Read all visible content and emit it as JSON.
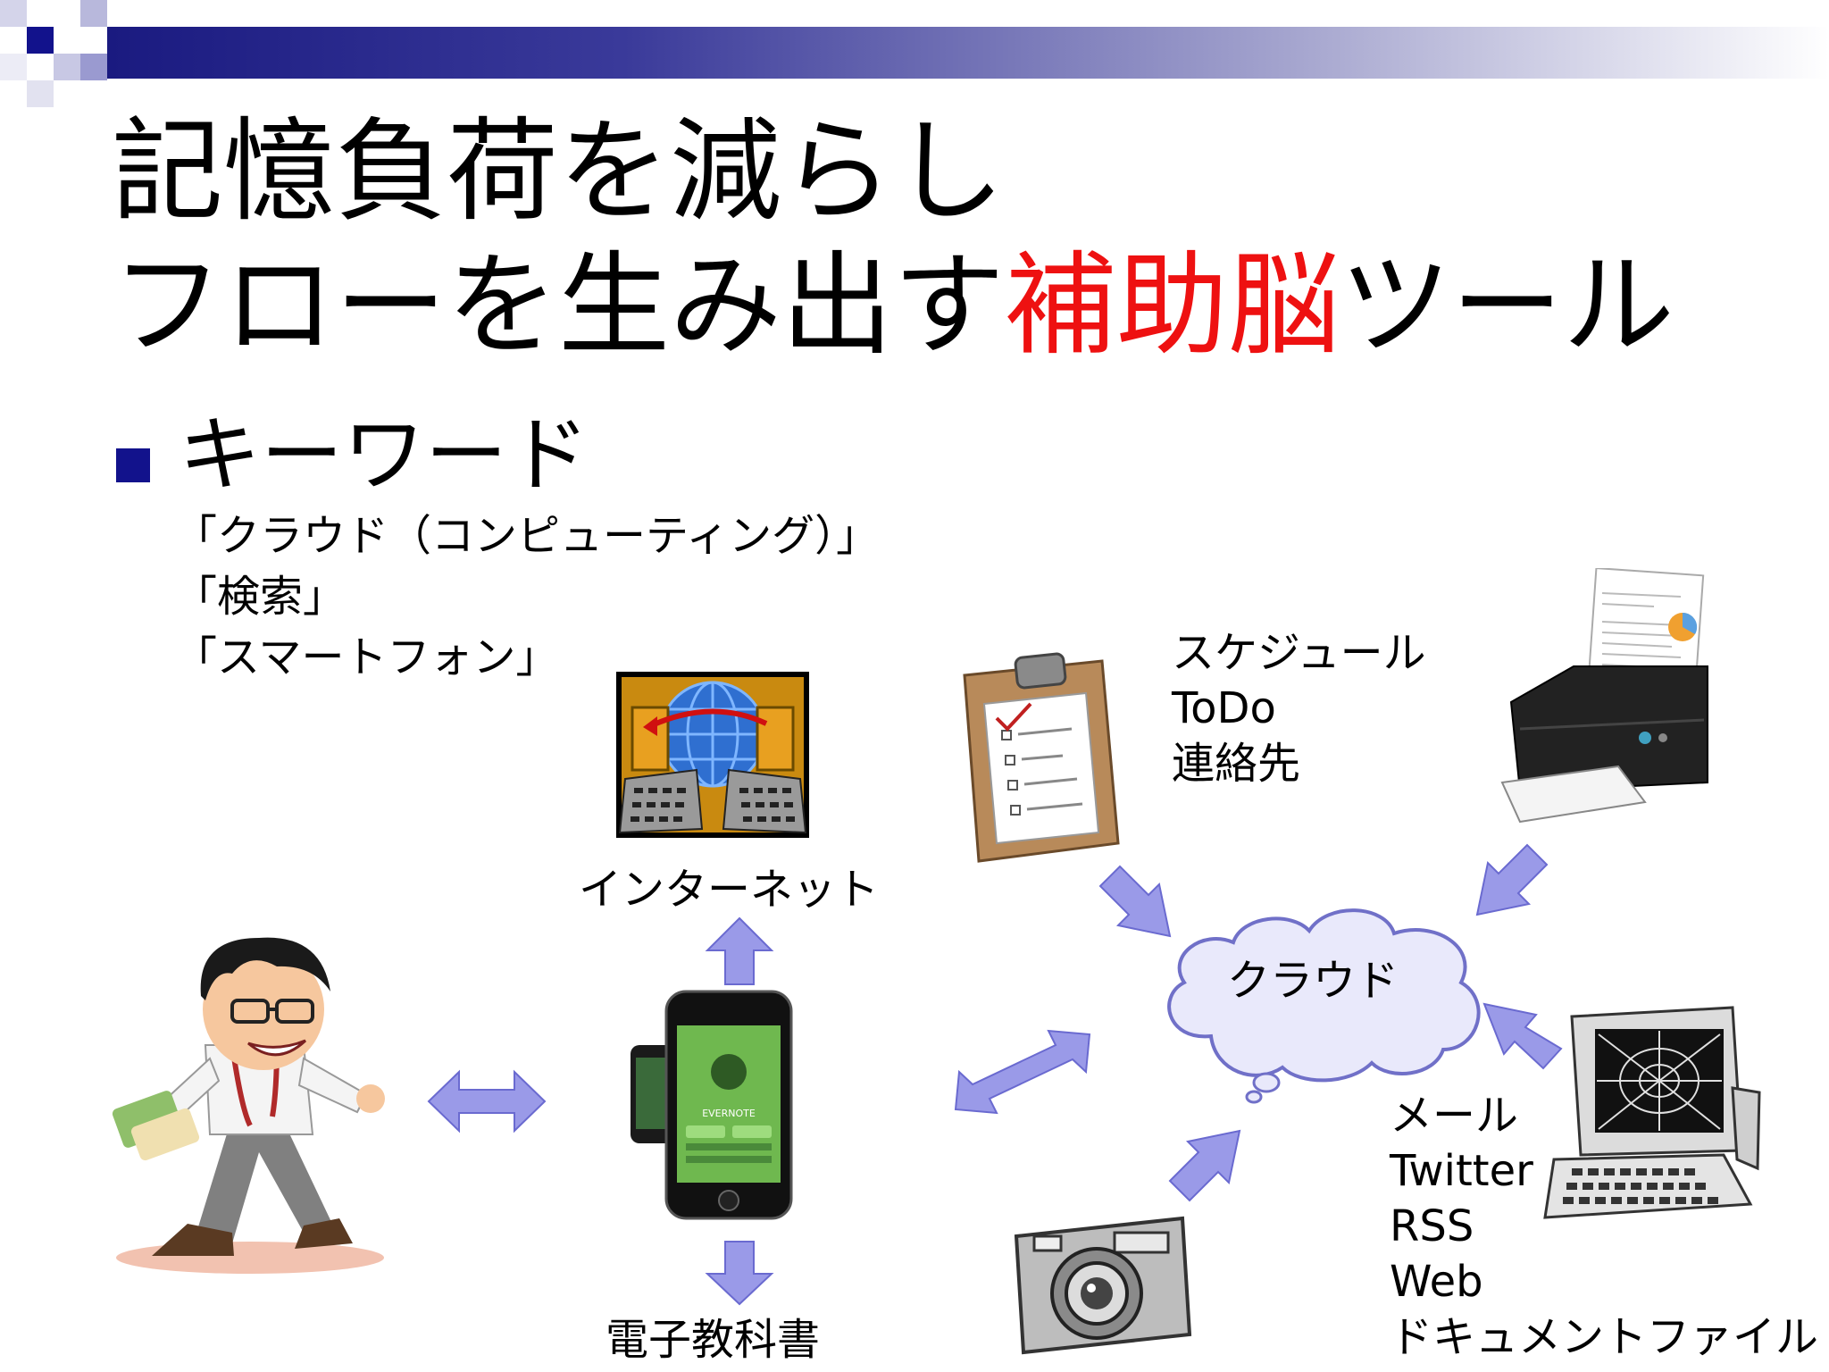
{
  "slide": {
    "title_line1": "記憶負荷を減らし",
    "title_line2_pre": "フローを生み出す",
    "title_line2_accent": "補助脳",
    "title_line2_post": "ツール",
    "bullet": "キーワード",
    "keywords": [
      "「クラウド（コンピューティング）」",
      "「検索」",
      "「スマートフォン」"
    ]
  },
  "diagram": {
    "internet_label": "インターネット",
    "ebook_label": "電子教科書",
    "cloud_label": "クラウド",
    "schedule_items": [
      "スケジュール",
      "ToDo",
      "連絡先"
    ],
    "mail_items": [
      "メール",
      "Twitter",
      "RSS",
      "Web",
      "ドキュメントファイル"
    ],
    "phone_brand": "EVERNOTE"
  },
  "colors": {
    "accent": "#ee1111",
    "bullet": "#12128c",
    "arrow_fill": "#9a9ae8",
    "arrow_stroke": "#6a6ad0",
    "cloud_fill": "#e9e9fb",
    "cloud_stroke": "#7070c8"
  }
}
